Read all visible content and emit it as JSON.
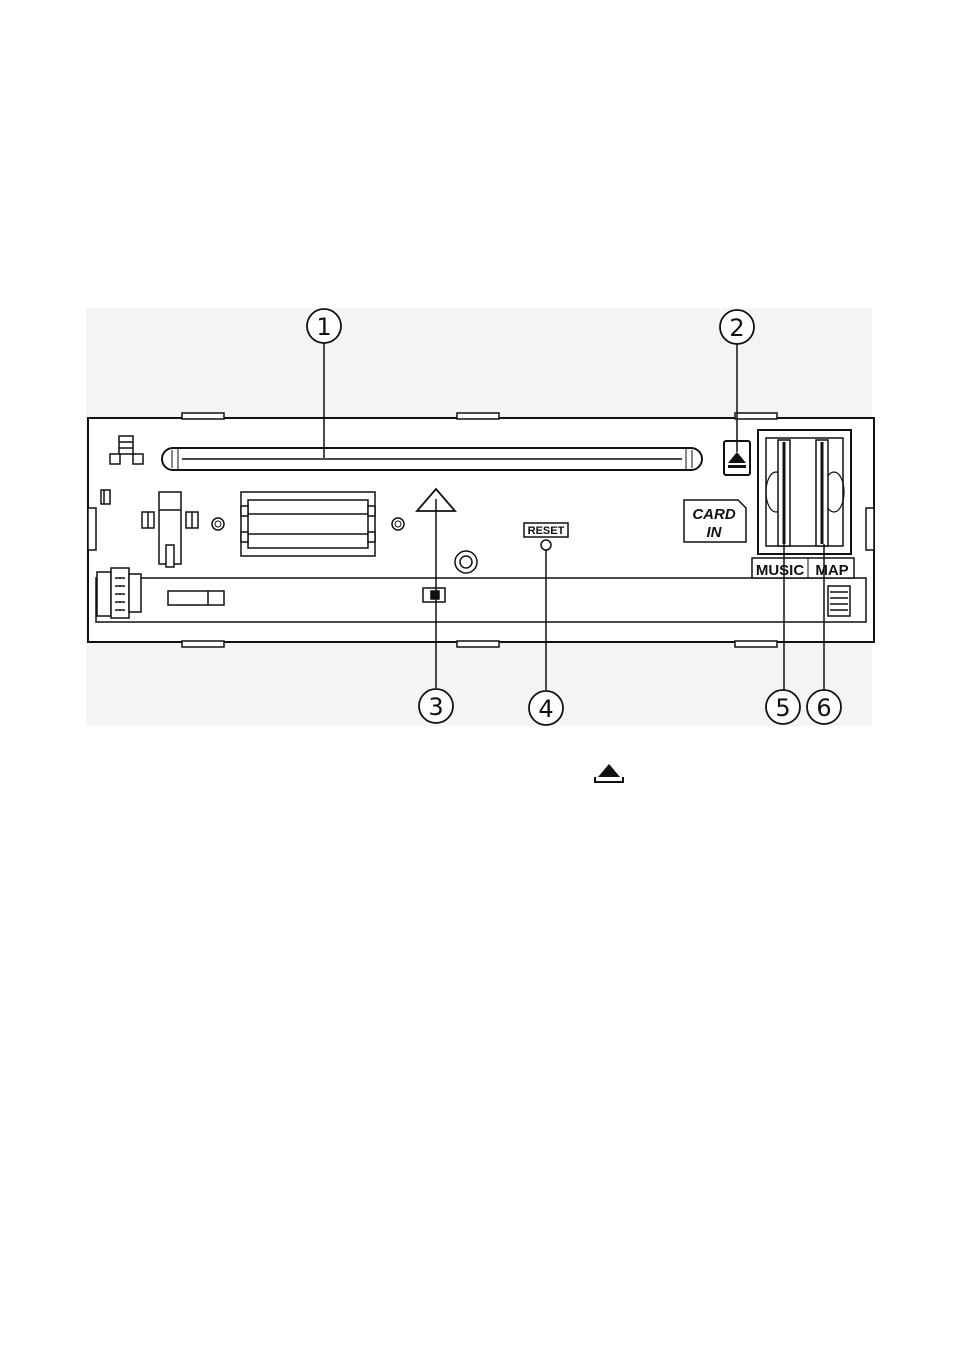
{
  "callouts": [
    "1",
    "2",
    "3",
    "4",
    "5",
    "6"
  ],
  "labels": {
    "reset": "RESET",
    "card_line1": "CARD",
    "card_line2": "IN",
    "music": "MUSIC",
    "map": "MAP"
  },
  "icons": {
    "panel_eject": "eject-icon",
    "text_eject": "eject-symbol-icon"
  },
  "colors": {
    "background": "#ffffff",
    "panel_bg": "#f4f4f4",
    "line": "#111111"
  }
}
